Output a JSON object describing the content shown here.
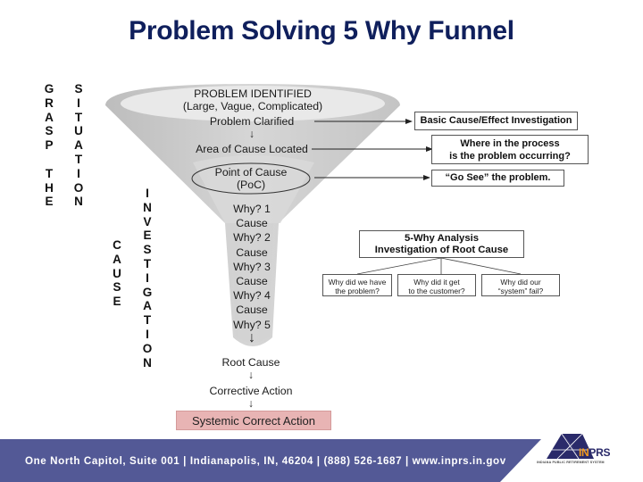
{
  "title": "Problem Solving 5 Why Funnel",
  "side_labels": {
    "grasp_the": "G\nR\nA\nS\nP\n\nT\nH\nE",
    "situation": "S\nI\nT\nU\nA\nT\nI\nO\nN",
    "cause": "C\nA\nU\nS\nE",
    "investigation": "I\nN\nV\nE\nS\nT\nI\nG\nA\nT\nI\nO\nN"
  },
  "funnel": {
    "problem_identified": "PROBLEM IDENTIFIED",
    "problem_identified_sub": "(Large, Vague, Complicated)",
    "problem_clarified": "Problem Clarified",
    "arrow": "↓",
    "area_of_cause": "Area of Cause Located",
    "point_of_cause": "Point of Cause",
    "point_of_cause_abbr": "(PoC)",
    "steps": [
      "Why?  1",
      "Cause",
      "Why?  2",
      "Cause",
      "Why?  3",
      "Cause",
      "Why?  4",
      "Cause",
      "Why?  5"
    ],
    "root_cause": "Root Cause",
    "corrective_action": "Corrective Action",
    "systemic_action": "Systemic Correct Action"
  },
  "callouts": {
    "basic_cause": "Basic Cause/Effect Investigation",
    "where_line1": "Where in the process",
    "where_line2": "is the problem occurring?",
    "go_see": "“Go See” the problem."
  },
  "analysis": {
    "title_line1": "5-Why Analysis",
    "title_line2": "Investigation of Root Cause",
    "questions": [
      {
        "line1": "Why did we have",
        "line2": "the problem?"
      },
      {
        "line1": "Why  did it get",
        "line2": "to the customer?"
      },
      {
        "line1": "Why did our",
        "line2": "“system” fail?"
      }
    ]
  },
  "footer": {
    "address": "One North Capitol, Suite 001 | Indianapolis, IN, 46204 | (888) 526-1687 | www.inprs.in.gov",
    "logo_in": "IN",
    "logo_prs": "PRS",
    "logo_sub": "INDIANA PUBLIC RETIREMENT SYSTEM"
  },
  "colors": {
    "title": "#0f1f5c",
    "footer_band": "#535996",
    "logo_navy": "#2a2a6a",
    "logo_orange": "#f29a1f",
    "systemic_fill": "#e8b4b4"
  }
}
